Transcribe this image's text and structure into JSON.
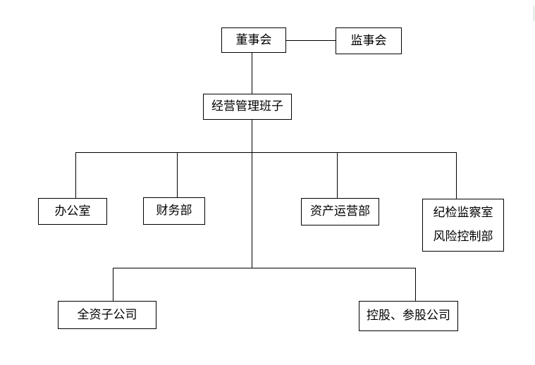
{
  "org_chart": {
    "board": "董事会",
    "supervisory_board": "监事会",
    "management_team": "经营管理班子",
    "departments": [
      {
        "lines": [
          "办公室"
        ]
      },
      {
        "lines": [
          "财务部"
        ]
      },
      {
        "lines": [
          "资产运营部"
        ]
      },
      {
        "lines": [
          "纪检监察室",
          "风险控制部"
        ]
      }
    ],
    "subsidiaries": [
      {
        "lines": [
          "全资子公司"
        ]
      },
      {
        "lines": [
          "控股、参股公司"
        ]
      }
    ]
  },
  "colors": {
    "line": "#000000",
    "box_border": "#000000",
    "background": "#ffffff"
  }
}
